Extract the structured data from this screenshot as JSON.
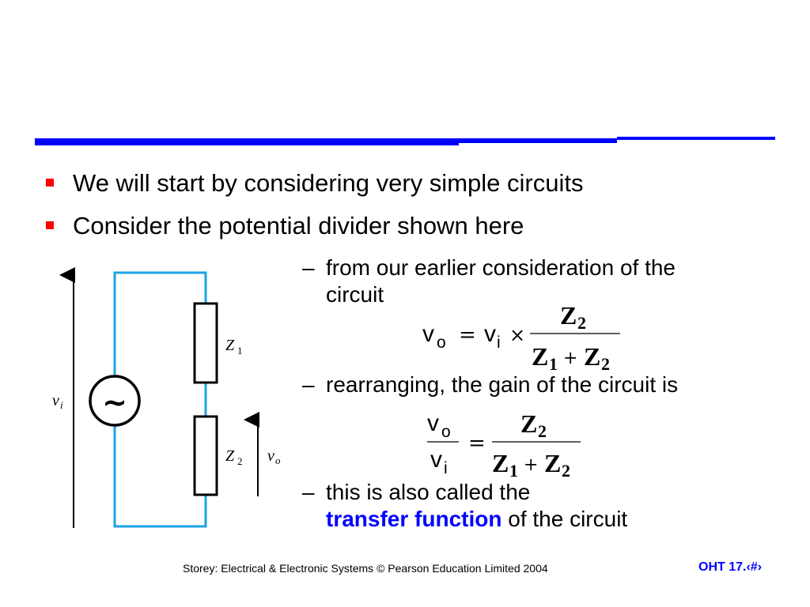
{
  "colors": {
    "accent": "#0000ff",
    "bullet": "#ff0000",
    "wire": "#1ca3e6"
  },
  "bullets": [
    "We will start by considering very simple circuits",
    "Consider the potential divider shown here"
  ],
  "subpoints": {
    "dash": "–",
    "first_line1": "from our earlier consideration of the",
    "first_line2": "circuit",
    "second": "rearranging, the gain of the circuit is",
    "third_line1": "this is also called the",
    "third_highlight": "transfer function",
    "third_rest": " of the circuit"
  },
  "formula1": {
    "lhs": "v",
    "lhs_sub": "o",
    "eq": "=",
    "rhs": "v",
    "rhs_sub": "i",
    "times": "×",
    "num": "Z",
    "num_sub": "2",
    "den_a": "Z",
    "den_a_sub": "1",
    "plus": "+",
    "den_b": "Z",
    "den_b_sub": "2"
  },
  "formula2": {
    "num_l": "v",
    "num_l_sub": "o",
    "den_l": "v",
    "den_l_sub": "i",
    "eq": "=",
    "num": "Z",
    "num_sub": "2",
    "den_a": "Z",
    "den_a_sub": "1",
    "plus": "+",
    "den_b": "Z",
    "den_b_sub": "2"
  },
  "circuit": {
    "z1_label": "Z",
    "z1_sub": "1",
    "z2_label": "Z",
    "z2_sub": "2",
    "vi_label": "v",
    "vi_sub": "i",
    "vo_label": "v",
    "vo_sub": "o",
    "source_symbol": "~"
  },
  "footer": {
    "citation": "Storey: Electrical & Electronic Systems © Pearson Education Limited 2004",
    "page": "OHT 17.‹#›"
  }
}
